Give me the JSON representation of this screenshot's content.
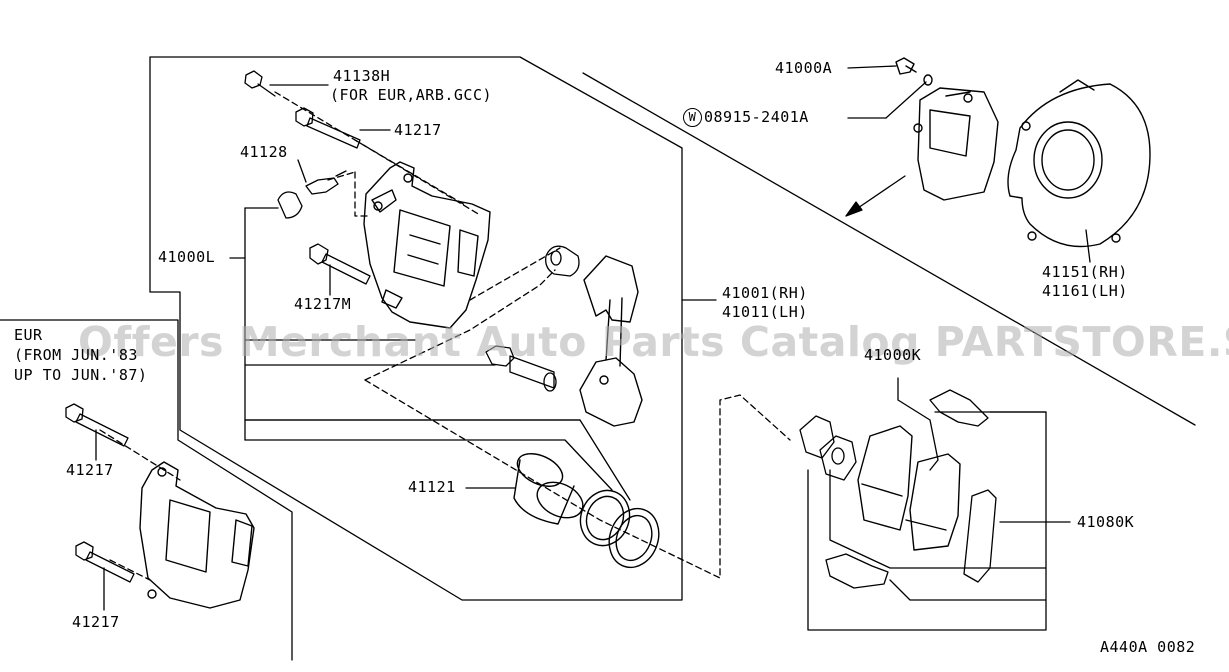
{
  "diagram": {
    "watermark": "Offers Merchant Auto Parts Catalog PARTSTORE.SA",
    "figure_code": "A440A 0082",
    "eur_note": {
      "line1": "EUR",
      "line2": "(FROM JUN.'83",
      "line3": "UP TO JUN.'87)"
    },
    "labels": {
      "p41138H": "41138H",
      "p41138H_note": "(FOR EUR,ARB.GCC)",
      "p41217_top": "41217",
      "p41128": "41128",
      "p41000L": "41000L",
      "p41217M": "41217M",
      "p41001": "41001(RH)",
      "p41011": "41011(LH)",
      "p41121": "41121",
      "p41000A": "41000A",
      "w_symbol": "W",
      "p08915": "08915-2401A",
      "p41151": "41151(RH)",
      "p41161": "41161(LH)",
      "p41000K": "41000K",
      "p41080K": "41080K",
      "p41217_eur_upper": "41217",
      "p41217_eur_lower": "41217"
    }
  }
}
